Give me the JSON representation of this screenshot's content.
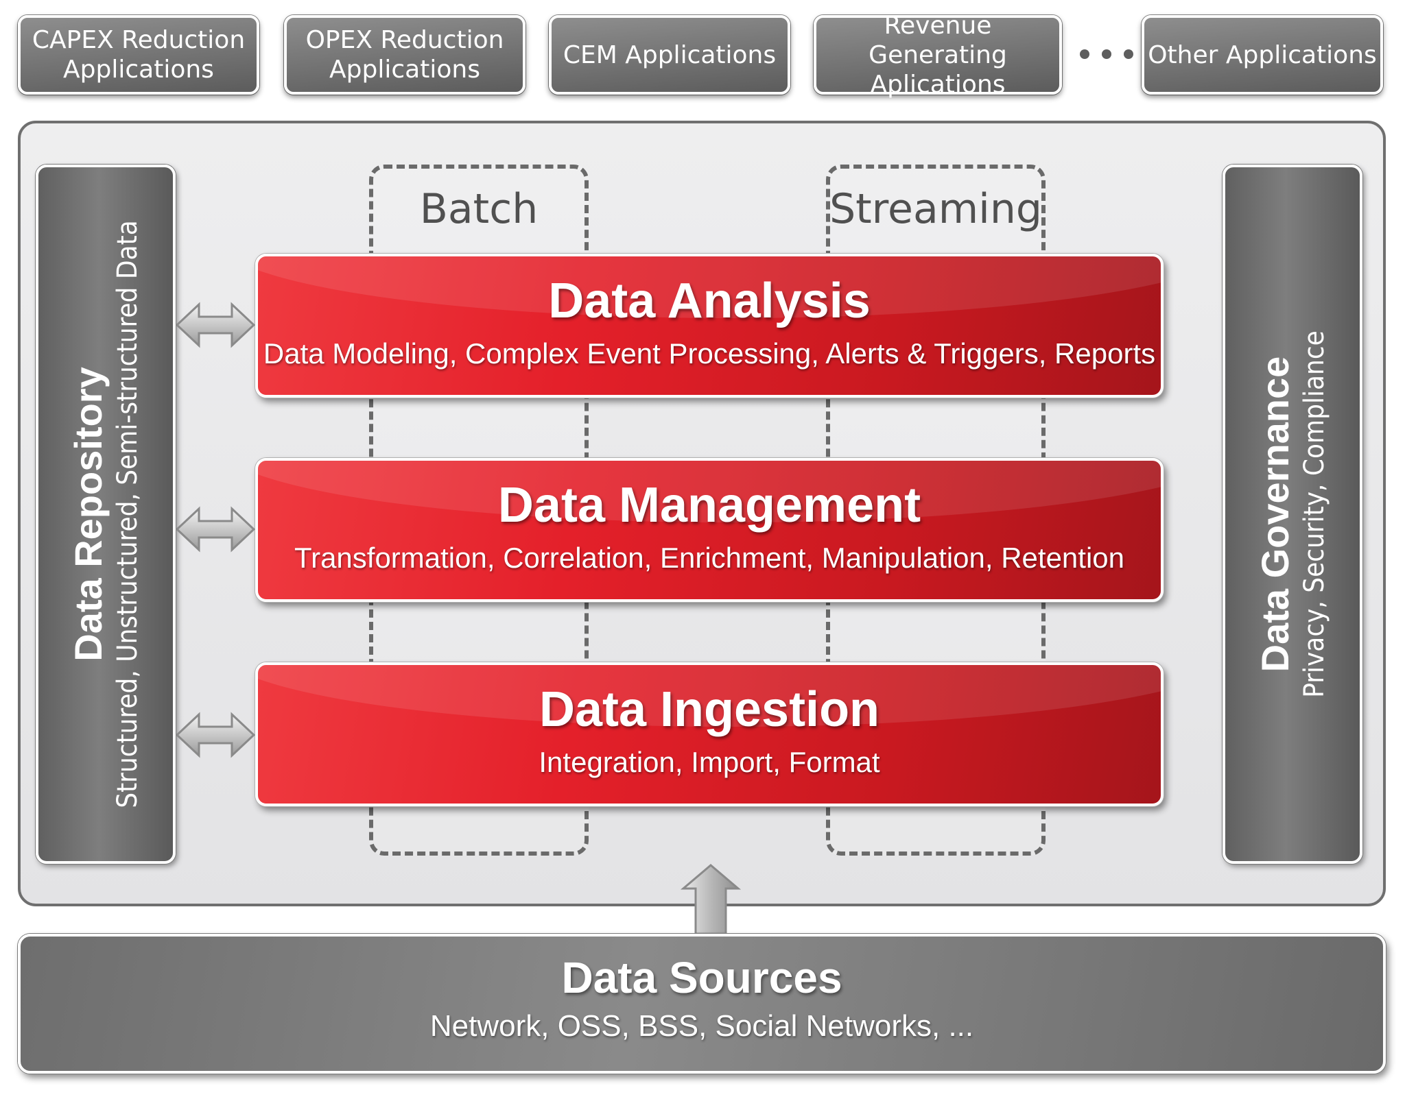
{
  "applications": [
    {
      "label": "CAPEX Reduction\nApplications"
    },
    {
      "label": "OPEX Reduction\nApplications"
    },
    {
      "label": "CEM Applications"
    },
    {
      "label": "Revenue Generating\nAplications"
    },
    {
      "label": "Other Applications"
    }
  ],
  "repository": {
    "title": "Data Repository",
    "subtitle": "Structured, Unstructured, Semi-structured Data"
  },
  "governance": {
    "title": "Data Governance",
    "subtitle": "Privacy, Security, Compliance"
  },
  "lanes": {
    "batch": "Batch",
    "streaming": "Streaming"
  },
  "layers": [
    {
      "title": "Data Analysis",
      "subtitle": "Data Modeling, Complex Event Processing, Alerts & Triggers, Reports"
    },
    {
      "title": "Data Management",
      "subtitle": "Transformation, Correlation, Enrichment, Manipulation, Retention"
    },
    {
      "title": "Data Ingestion",
      "subtitle": "Integration, Import, Format"
    }
  ],
  "sources": {
    "title": "Data Sources",
    "subtitle": "Network, OSS, BSS, Social Networks, ..."
  },
  "colors": {
    "layer_red": "#e4202a",
    "panel_gray": "#7a7a7a",
    "lane_dash": "#6a6a6a"
  }
}
